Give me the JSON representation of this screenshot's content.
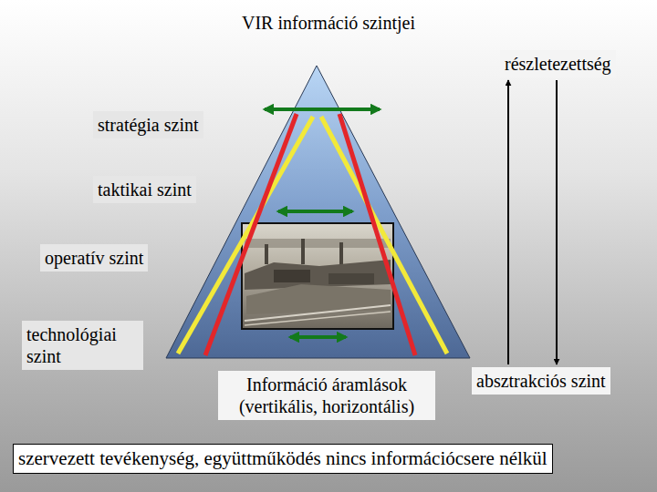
{
  "diagram": {
    "title": "VIR információ szintjei",
    "nodes": [
      {
        "text": [
          "részletezettség"
        ]
      },
      {
        "text": [
          "stratégia szint"
        ]
      },
      {
        "text": [
          "taktikai szint"
        ]
      },
      {
        "text": [
          "operatív szint"
        ]
      },
      {
        "text": [
          "technológiai szint"
        ]
      },
      {
        "text": [
          "Információ áramlások (vertikális, horizontális)"
        ]
      },
      {
        "text": [
          "absztrakciós szint"
        ]
      },
      {
        "text": [
          "szervezett tevékenység, együttműködés nincs információcsere nélkül"
        ]
      }
    ],
    "edges": [
      {
        "from": 6,
        "to": 0,
        "arrow": "to"
      },
      {
        "from": 0,
        "to": 6,
        "arrow": "to"
      }
    ]
  }
}
